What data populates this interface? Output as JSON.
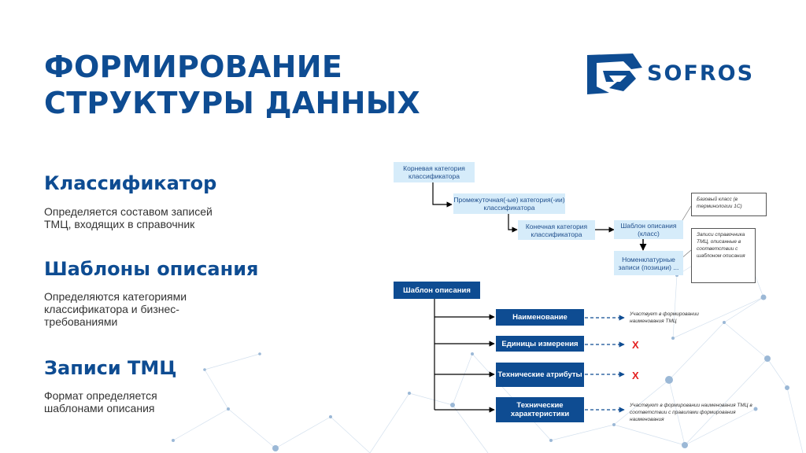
{
  "title": {
    "line1": "ФОРМИРОВАНИЕ",
    "line2": "СТРУКТУРЫ ДАННЫХ"
  },
  "logo": {
    "text": "SOFROS"
  },
  "sections": [
    {
      "heading": "Классификатор",
      "text": "Определяется составом записей ТМЦ, входящих в справочник"
    },
    {
      "heading": "Шаблоны описания",
      "text": "Определяются категориями классификатора и бизнес-требованиями"
    },
    {
      "heading": "Записи ТМЦ",
      "text": "Формат определяется шаблонами описания"
    }
  ],
  "hierarchy": {
    "root": "Корневая категория классификатора",
    "intermediate": "Промежуточная(-ые) категория(-ии) классификатора",
    "final": "Конечная категория классификатора",
    "template": "Шаблон описания (класс)",
    "records": "Номенклатурные записи (позиции) ...",
    "note_base": "Базовый класс (в терминологии 1С)",
    "note_records": "Записи справочника ТМЦ, описанные в соответствии с шаблоном описания"
  },
  "template_tree": {
    "root": "Шаблон описания",
    "items": [
      {
        "label": "Наименование",
        "note": "Участвует в формировании наименования ТМЦ",
        "mark": ""
      },
      {
        "label": "Единицы измерения",
        "note": "",
        "mark": "X"
      },
      {
        "label": "Технические атрибуты",
        "note": "",
        "mark": "X"
      },
      {
        "label": "Технические характеристики",
        "note": "Участвуют в формировании наименования ТМЦ в соответствии с правилами формирования наименования",
        "mark": ""
      }
    ]
  },
  "colors": {
    "brand": "#0e4c92",
    "light_box": "#d6ecfa",
    "x_mark": "#e32020"
  }
}
